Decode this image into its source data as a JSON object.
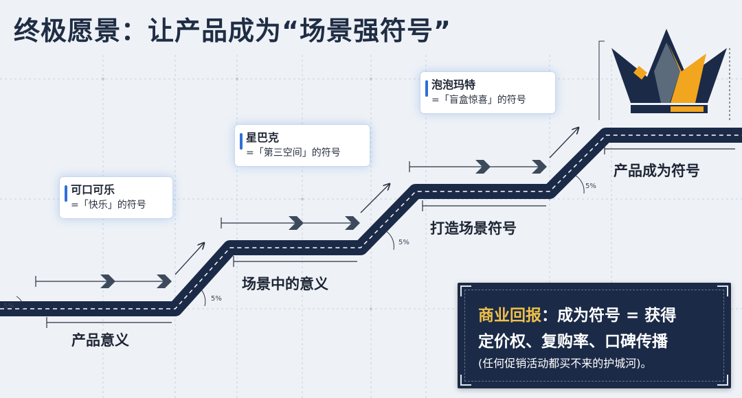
{
  "title": "终极愿景：让产品成为“场景强符号”",
  "callouts": [
    {
      "brand": "可口可乐",
      "desc": "=「快乐」的符号"
    },
    {
      "brand": "星巴克",
      "desc": "=「第三空间」的符号"
    },
    {
      "brand": "泡泡玛特",
      "desc": "=「盲盒惊喜」的符号"
    }
  ],
  "stages": [
    "产品意义",
    "场景中的意义",
    "打造场景符号",
    "产品成为符号"
  ],
  "slope_labels": [
    "5%",
    "5%",
    "5%",
    "5%"
  ],
  "result_box": {
    "line1_highlight": "商业回报",
    "line1_rest": "：成为符号 = 获得",
    "line2": "定价权、复购率、口碑传播",
    "line3": "(任何促销活动都买不来的护城河)。"
  },
  "colors": {
    "road": "#1b2a47",
    "background": "#eef2f7",
    "accent_blue": "#2f6fd8",
    "crown_gold": "#f2a51f",
    "crown_gray": "#5b6b7c",
    "highlight_gold": "#f0c04a"
  },
  "icons": [
    "crown-icon",
    "arrow-icon",
    "chevron-icon"
  ]
}
